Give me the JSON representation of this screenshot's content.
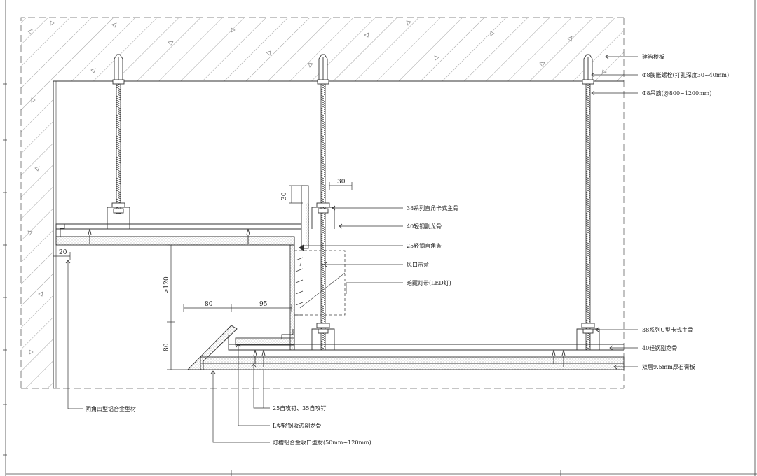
{
  "colors": {
    "line": "#333333",
    "hatch": "#8a8a8a",
    "board": "#cfcfcf"
  },
  "labels": {
    "slab": "建筑楼板",
    "bolt": "Φ8膨胀螺栓(打孔深度30~40mm)",
    "rod": "Φ8吊筋(@800~1200mm)",
    "main_keel_38_right_angle": "38系列直角卡式主骨",
    "sub_keel_40_upper": "40轻钢副龙骨",
    "strip_25": "25轻钢直角条",
    "vent": "风口示意",
    "led": "暗藏灯带(LED灯)",
    "main_keel_38_u": "38系列U型卡式主骨",
    "sub_keel_40_lower": "40轻钢副龙骨",
    "gypsum": "双层9.5mm厚石膏板",
    "corner_profile": "阴角凹型铝合金型材",
    "screws": "25自攻钉、35自攻钉",
    "l_keel": "L型轻钢收边副龙骨",
    "light_trough": "灯槽铝合金收口型材(50mm~120mm)"
  },
  "dimensions": {
    "d30_vertical": "30",
    "d30_horizontal": "30",
    "d20": "20",
    "d120": ">120",
    "d80_horizontal": "80",
    "d95": "95",
    "d80_vertical": "80"
  }
}
